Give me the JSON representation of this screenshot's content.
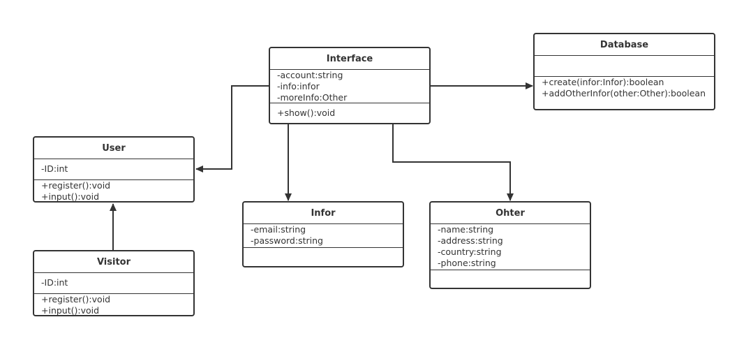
{
  "classes": {
    "interface": {
      "name": "Interface",
      "attributes": [
        "-account:string",
        "-info:infor",
        "-moreInfo:Other"
      ],
      "methods": [
        "+show():void"
      ]
    },
    "database": {
      "name": "Database",
      "attributes": [],
      "methods": [
        "+create(infor:Infor):boolean",
        "+addOtherInfor(other:Other):boolean"
      ]
    },
    "user": {
      "name": "User",
      "attributes": [
        "-ID:int"
      ],
      "methods": [
        "+register():void",
        "+input():void"
      ]
    },
    "visitor": {
      "name": "Visitor",
      "attributes": [
        "-ID:int"
      ],
      "methods": [
        "+register():void",
        "+input():void"
      ]
    },
    "infor": {
      "name": "Infor",
      "attributes": [
        "-email:string",
        "-password:string"
      ],
      "methods": []
    },
    "ohter": {
      "name": "Ohter",
      "attributes": [
        "-name:string",
        "-address:string",
        "-country:string",
        "-phone:string"
      ],
      "methods": []
    }
  },
  "colors": {
    "stroke": "#333333",
    "background": "#ffffff"
  }
}
